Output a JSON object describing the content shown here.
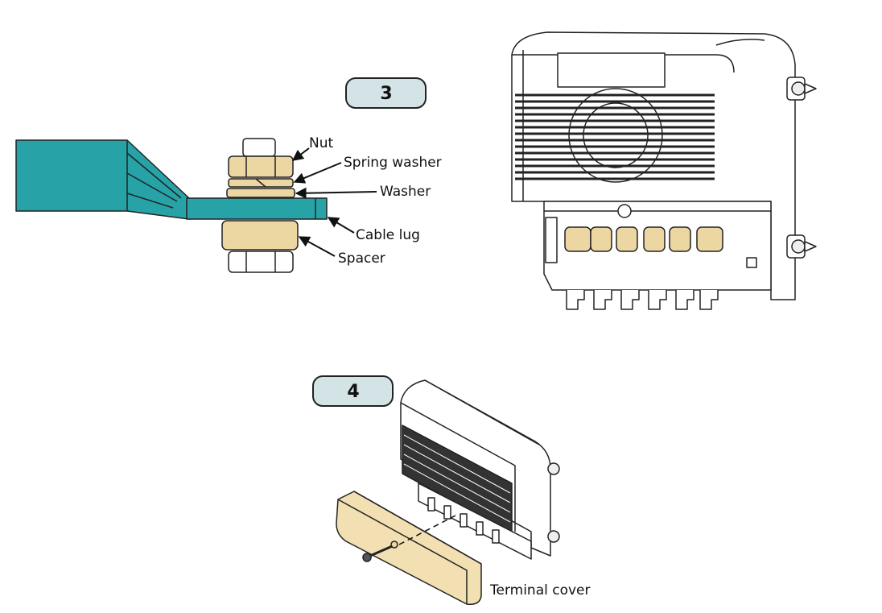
{
  "steps": [
    {
      "number": "3"
    },
    {
      "number": "4"
    }
  ],
  "callouts": {
    "nut": "Nut",
    "spring_washer": "Spring washer",
    "washer": "Washer",
    "cable_lug": "Cable lug",
    "spacer": "Spacer",
    "terminal_cover": "Terminal cover"
  },
  "colors": {
    "badge_fill": "#d4e3e6",
    "lug_teal": "#27a3a8",
    "brass": "#ecd6a2",
    "cover": "#f2dfb2",
    "outline": "#222222"
  }
}
